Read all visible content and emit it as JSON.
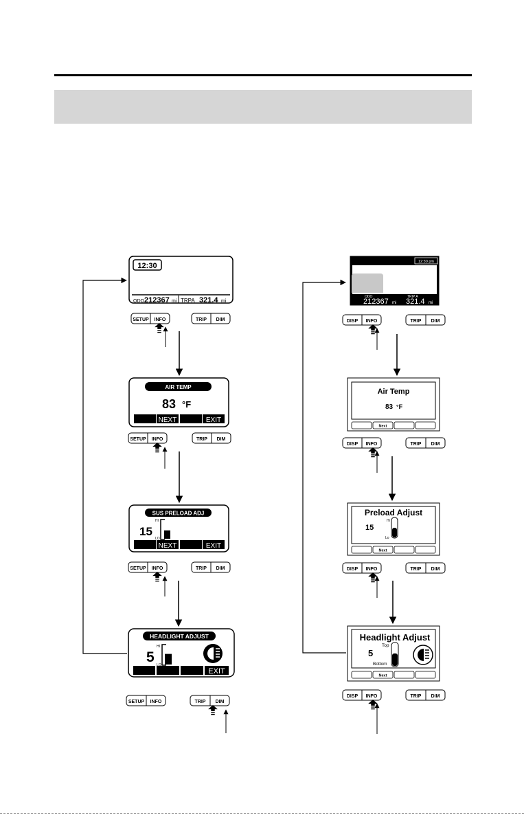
{
  "left_column": {
    "screen1": {
      "clock": "12:30",
      "odo_label": "ODO",
      "odo_value": "212367",
      "odo_unit": "mi",
      "trip_label": "TRPA",
      "trip_value": "321.4",
      "trip_unit": "mi"
    },
    "screen2": {
      "title": "AIR TEMP",
      "value": "83",
      "unit": "°F",
      "btn_next": "NEXT",
      "btn_exit": "EXIT"
    },
    "screen3": {
      "title": "SUS PRELOAD ADJ",
      "value": "15",
      "hi": "HI",
      "lo": "LO",
      "level": 0.45,
      "btn_next": "NEXT",
      "btn_exit": "EXIT"
    },
    "screen4": {
      "title": "HEADLIGHT ADJUST",
      "value": "5",
      "hi": "HI",
      "lo": "LO",
      "level": 0.55,
      "btn_exit": "EXIT",
      "icon": "headlight-icon"
    },
    "buttons": {
      "setup": "SETUP",
      "info": "INFO",
      "trip": "TRIP",
      "dim": "DIM"
    }
  },
  "right_column": {
    "screen1": {
      "clock": "12:30 pm",
      "odo_label": "ODO",
      "odo_value": "212367",
      "odo_unit": "mi",
      "trip_label": "TRIP A",
      "trip_value": "321.4",
      "trip_unit": "mi"
    },
    "screen2": {
      "title": "Air Temp",
      "value": "83",
      "unit": "°F",
      "btn_next": "Next"
    },
    "screen3": {
      "title": "Preload Adjust",
      "value": "15",
      "hi": "Hi",
      "lo": "Lo",
      "level": 0.5,
      "btn_next": "Next"
    },
    "screen4": {
      "title": "Headlight Adjust",
      "value": "5",
      "top": "Top",
      "bottom": "Bottom",
      "level": 0.55,
      "btn_next": "Next",
      "icon": "headlight-icon"
    },
    "buttons": {
      "disp": "DISP",
      "info": "INFO",
      "trip": "TRIP",
      "dim": "DIM"
    }
  }
}
